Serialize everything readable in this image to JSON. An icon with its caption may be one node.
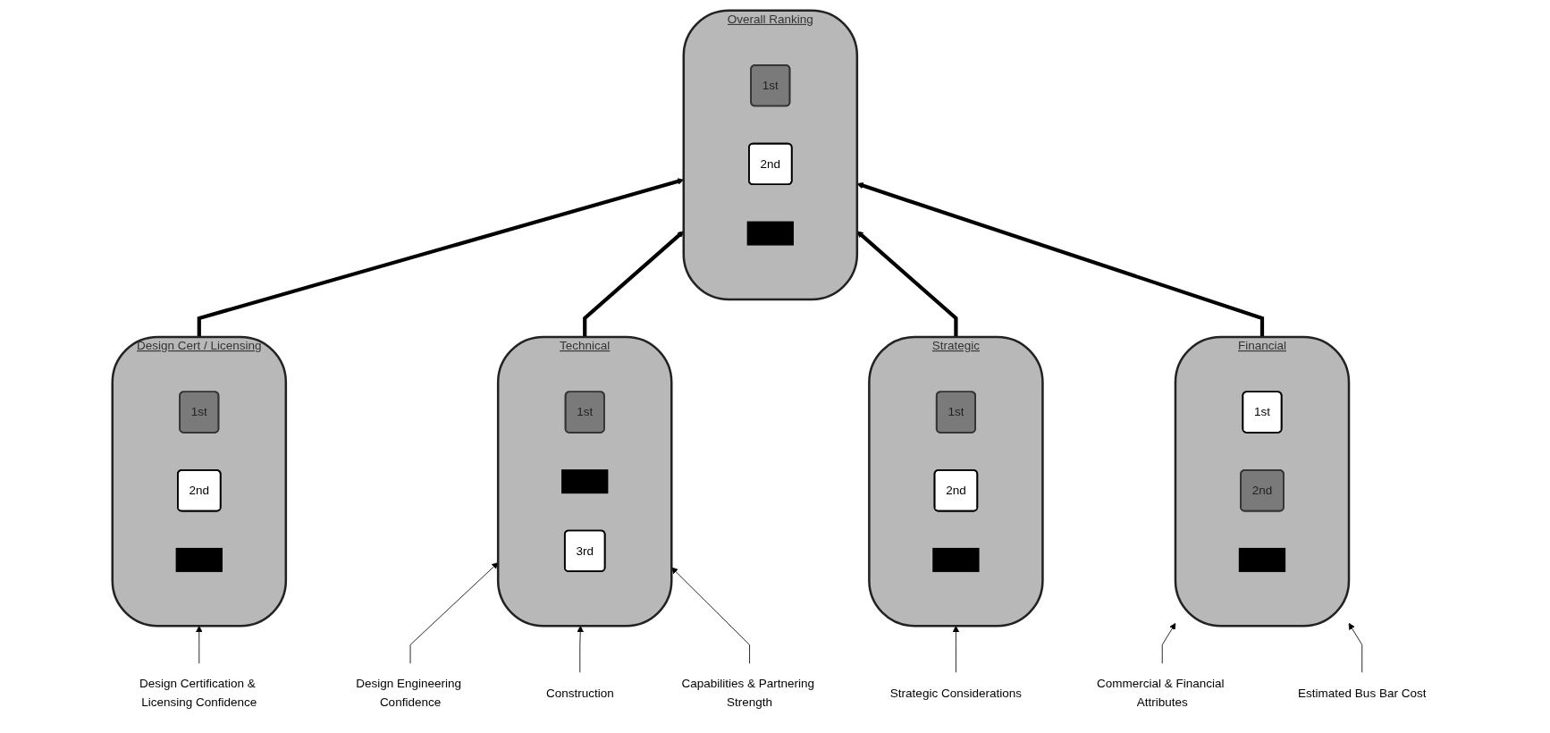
{
  "diagram": {
    "nodes": [
      {
        "text": [
          "Overall Ranking"
        ]
      },
      {
        "text": [
          "1st"
        ],
        "in": 0
      },
      {
        "text": [
          "2nd"
        ],
        "in": 0
      },
      {
        "text": [],
        "shape": "box",
        "in": 0
      },
      {
        "text": [
          "Design Cert / Licensing"
        ]
      },
      {
        "text": [
          "1st"
        ],
        "in": 4
      },
      {
        "text": [
          "2nd"
        ],
        "in": 4
      },
      {
        "text": [],
        "shape": "box",
        "in": 4
      },
      {
        "text": [
          "Technical"
        ]
      },
      {
        "text": [
          "1st"
        ],
        "in": 8
      },
      {
        "text": [],
        "shape": "box",
        "in": 8
      },
      {
        "text": [
          "3rd"
        ],
        "in": 8
      },
      {
        "text": [
          "Strategic"
        ]
      },
      {
        "text": [
          "1st"
        ],
        "in": 12
      },
      {
        "text": [
          "2nd"
        ],
        "in": 12
      },
      {
        "text": [],
        "shape": "box",
        "in": 12
      },
      {
        "text": [
          "Financial"
        ]
      },
      {
        "text": [
          "1st"
        ],
        "in": 16
      },
      {
        "text": [
          "2nd"
        ],
        "in": 16
      },
      {
        "text": [],
        "shape": "box",
        "in": 16
      },
      {
        "text": [
          "Design Certification & Licensing Confidence"
        ]
      },
      {
        "text": [
          "Design Engineering Confidence"
        ]
      },
      {
        "text": [
          "Construction"
        ]
      },
      {
        "text": [
          "Capabilities & Partnering Strength"
        ]
      },
      {
        "text": [
          "Strategic Considerations"
        ]
      },
      {
        "text": [
          "Commercial & Financial Attributes"
        ]
      },
      {
        "text": [
          "Estimated Bus Bar Cost"
        ]
      }
    ],
    "edges": [
      {
        "from": 4,
        "to": 0,
        "arrow": "to",
        "style": "thick"
      },
      {
        "from": 8,
        "to": 0,
        "arrow": "to",
        "style": "thick"
      },
      {
        "from": 12,
        "to": 0,
        "arrow": "to",
        "style": "thick"
      },
      {
        "from": 16,
        "to": 0,
        "arrow": "to",
        "style": "thick"
      },
      {
        "from": 20,
        "to": 4,
        "arrow": "to"
      },
      {
        "from": 21,
        "to": 8,
        "arrow": "to"
      },
      {
        "from": 22,
        "to": 8,
        "arrow": "to"
      },
      {
        "from": 23,
        "to": 8,
        "arrow": "to"
      },
      {
        "from": 24,
        "to": 12,
        "arrow": "to"
      },
      {
        "from": 25,
        "to": 16,
        "arrow": "to"
      },
      {
        "from": 26,
        "to": 16,
        "arrow": "to"
      }
    ]
  }
}
